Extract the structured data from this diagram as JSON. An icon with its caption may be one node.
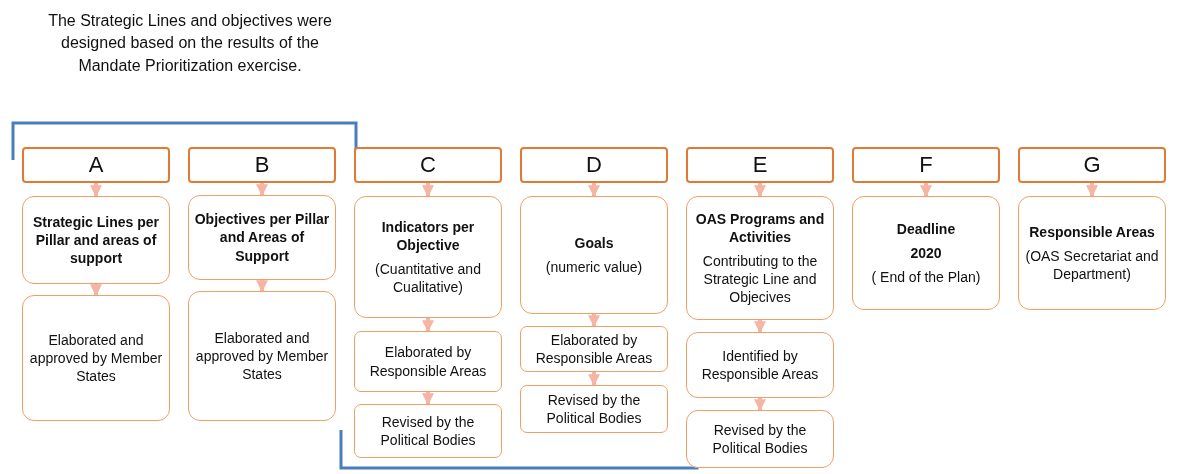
{
  "diagram": {
    "nodes": [
      {
        "text": [
          "A"
        ]
      },
      {
        "text": [
          "Strategic Lines per Pillar and areas of support"
        ]
      },
      {
        "text": [
          "Elaborated and approved by Member States"
        ]
      },
      {
        "text": [
          "B"
        ]
      },
      {
        "text": [
          "Objectives per Pillar and Areas of Support"
        ]
      },
      {
        "text": [
          "Elaborated and approved by Member States"
        ]
      },
      {
        "text": [
          "C"
        ]
      },
      {
        "text": [
          "Indicators per Objective",
          "(Cuantitative and Cualitative)"
        ]
      },
      {
        "text": [
          "Elaborated by Responsible Areas"
        ]
      },
      {
        "text": [
          "Revised by the Political Bodies"
        ]
      },
      {
        "text": [
          "D"
        ]
      },
      {
        "text": [
          "Goals",
          "(numeric value)"
        ]
      },
      {
        "text": [
          "Elaborated by Responsible Areas"
        ]
      },
      {
        "text": [
          "Revised by the Political Bodies"
        ]
      },
      {
        "text": [
          "E"
        ]
      },
      {
        "text": [
          "OAS Programs and Activities",
          "Contributing to the Strategic Line and Objecives"
        ]
      },
      {
        "text": [
          "Identified by Responsible Areas"
        ]
      },
      {
        "text": [
          "Revised by the Political Bodies"
        ]
      },
      {
        "text": [
          "F"
        ]
      },
      {
        "text": [
          "Deadline",
          "2020",
          "( End of the Plan)"
        ]
      },
      {
        "text": [
          "G"
        ]
      },
      {
        "text": [
          "Responsible Areas",
          "(OAS Secretariat and Department)"
        ]
      }
    ],
    "edges": [
      {
        "from": 0,
        "to": 1,
        "arrow": "to"
      },
      {
        "from": 1,
        "to": 2,
        "arrow": "to"
      },
      {
        "from": 3,
        "to": 4,
        "arrow": "to"
      },
      {
        "from": 4,
        "to": 5,
        "arrow": "to"
      },
      {
        "from": 6,
        "to": 7,
        "arrow": "to"
      },
      {
        "from": 7,
        "to": 8,
        "arrow": "to"
      },
      {
        "from": 8,
        "to": 9,
        "arrow": "to"
      },
      {
        "from": 10,
        "to": 11,
        "arrow": "to"
      },
      {
        "from": 11,
        "to": 12,
        "arrow": "to"
      },
      {
        "from": 12,
        "to": 13,
        "arrow": "to"
      },
      {
        "from": 14,
        "to": 15,
        "arrow": "to"
      },
      {
        "from": 15,
        "to": 16,
        "arrow": "to"
      },
      {
        "from": 16,
        "to": 17,
        "arrow": "to"
      },
      {
        "from": 18,
        "to": 19,
        "arrow": "to"
      },
      {
        "from": 20,
        "to": 21,
        "arrow": "to"
      }
    ],
    "labels": [
      "The Strategic Lines and objectives were designed based on the results of the Mandate Prioritization exercise."
    ]
  }
}
